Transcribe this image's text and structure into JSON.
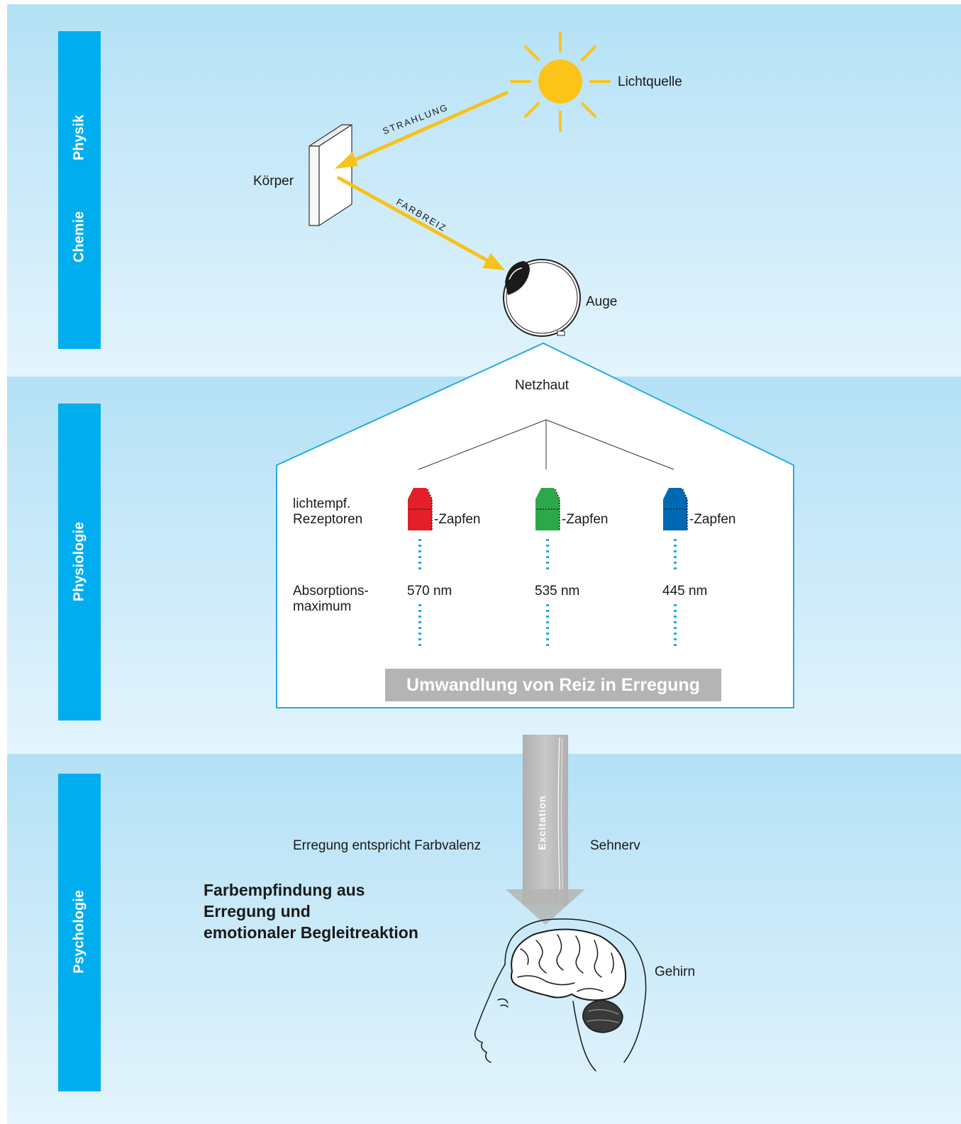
{
  "bands": {
    "top": {
      "labels": [
        "Physik",
        "Chemie"
      ]
    },
    "middle": {
      "labels": [
        "Physiologie"
      ]
    },
    "bottom": {
      "labels": [
        "Psychologie"
      ]
    }
  },
  "labels": {
    "lichtquelle": "Lichtquelle",
    "strahlung": "STRAHLUNG",
    "koerper": "Körper",
    "farbreiz": "FARBREIZ",
    "auge": "Auge",
    "netzhaut": "Netzhaut",
    "rezeptoren_1": "lichtempf.",
    "rezeptoren_2": "Rezeptoren",
    "absorption_1": "Absorptions-",
    "absorption_2": "maximum",
    "umwandlung": "Umwandlung von Reiz in Erregung",
    "excitation": "Excitation",
    "erregung": "Erregung entspricht Farbvalenz",
    "sehnerv": "Sehnerv",
    "farbempfindung": [
      "Farbempfindung aus",
      "Erregung und",
      "emotionaler Begleitreaktion"
    ],
    "gehirn": "Gehirn"
  },
  "cones": [
    {
      "suffix": "-Zapfen",
      "wavelength": "570 nm",
      "color": "#e3202a"
    },
    {
      "suffix": "-Zapfen",
      "wavelength": "535 nm",
      "color": "#2ba94a"
    },
    {
      "suffix": "-Zapfen",
      "wavelength": "445 nm",
      "color": "#0069b4"
    }
  ],
  "colors": {
    "accent": "#00aeef",
    "arrow": "#f7c21a",
    "sun": "#fcc418"
  }
}
